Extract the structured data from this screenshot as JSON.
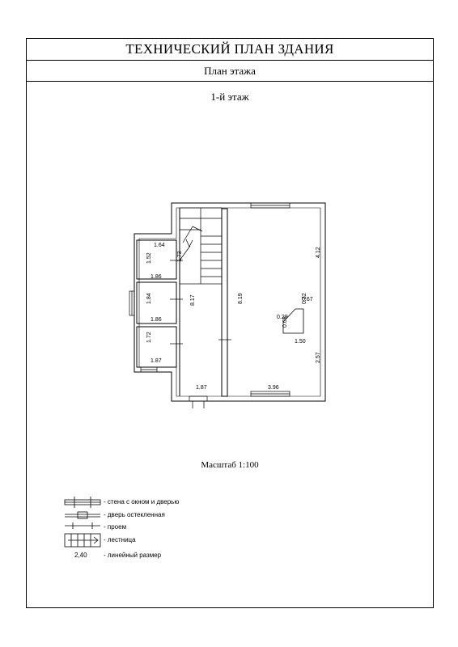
{
  "header": {
    "title": "ТЕХНИЧЕСКИЙ ПЛАН ЗДАНИЯ",
    "subtitle": "План этажа"
  },
  "plan": {
    "floor": "1-й этаж",
    "scale": "Масштаб 1:100",
    "dimensions": {
      "r1_w": "1.64",
      "r1_h": "1.52",
      "r1_w2": "1.86",
      "corr_h1": "1.73",
      "r2_h": "1.84",
      "r2_w": "1.86",
      "corr_h": "8.17",
      "r3_h": "1.72",
      "r3_w": "1.87",
      "stair_w": "1.87",
      "wall_h": "8.19",
      "big_h1": "4.12",
      "big_h2": "2.57",
      "big_w": "3.96",
      "d_029": "0.29",
      "d_032": "0.32",
      "d_067": "0.67",
      "d_069": "0.69",
      "d_150": "1.50"
    }
  },
  "legend": {
    "items": [
      "- стена с окном и дверью",
      "- дверь остекленная",
      "- проем",
      "- лестница",
      "- линейный размер"
    ],
    "dim_sample": "2,40"
  }
}
